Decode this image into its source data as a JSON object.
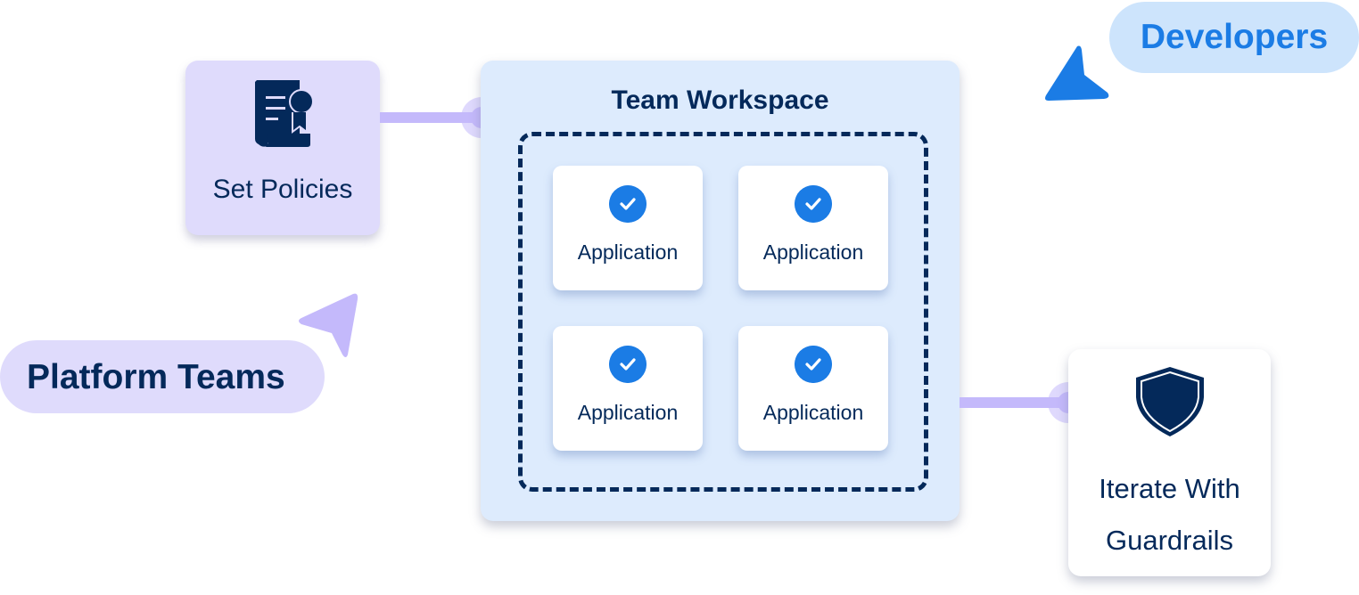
{
  "colors": {
    "navy": "#04295A",
    "brand_blue": "#1B7CE5",
    "lavender": "#DFDBFC",
    "connector_purple": "#C4B9FB",
    "workspace_bg": "#DDEBFD",
    "developers_pill": "#CDE4FC"
  },
  "policies": {
    "label": "Set Policies",
    "icon": "certificate-document-icon"
  },
  "workspace": {
    "title": "Team Workspace",
    "applications": [
      {
        "label": "Application",
        "status_icon": "check-circle-icon"
      },
      {
        "label": "Application",
        "status_icon": "check-circle-icon"
      },
      {
        "label": "Application",
        "status_icon": "check-circle-icon"
      },
      {
        "label": "Application",
        "status_icon": "check-circle-icon"
      }
    ]
  },
  "guardrails": {
    "label_line1": "Iterate With",
    "label_line2": "Guardrails",
    "icon": "shield-icon"
  },
  "actors": {
    "developers": {
      "label": "Developers",
      "pointer_icon": "cursor-pointer-icon"
    },
    "platform_teams": {
      "label": "Platform Teams",
      "pointer_icon": "cursor-pointer-icon"
    }
  }
}
